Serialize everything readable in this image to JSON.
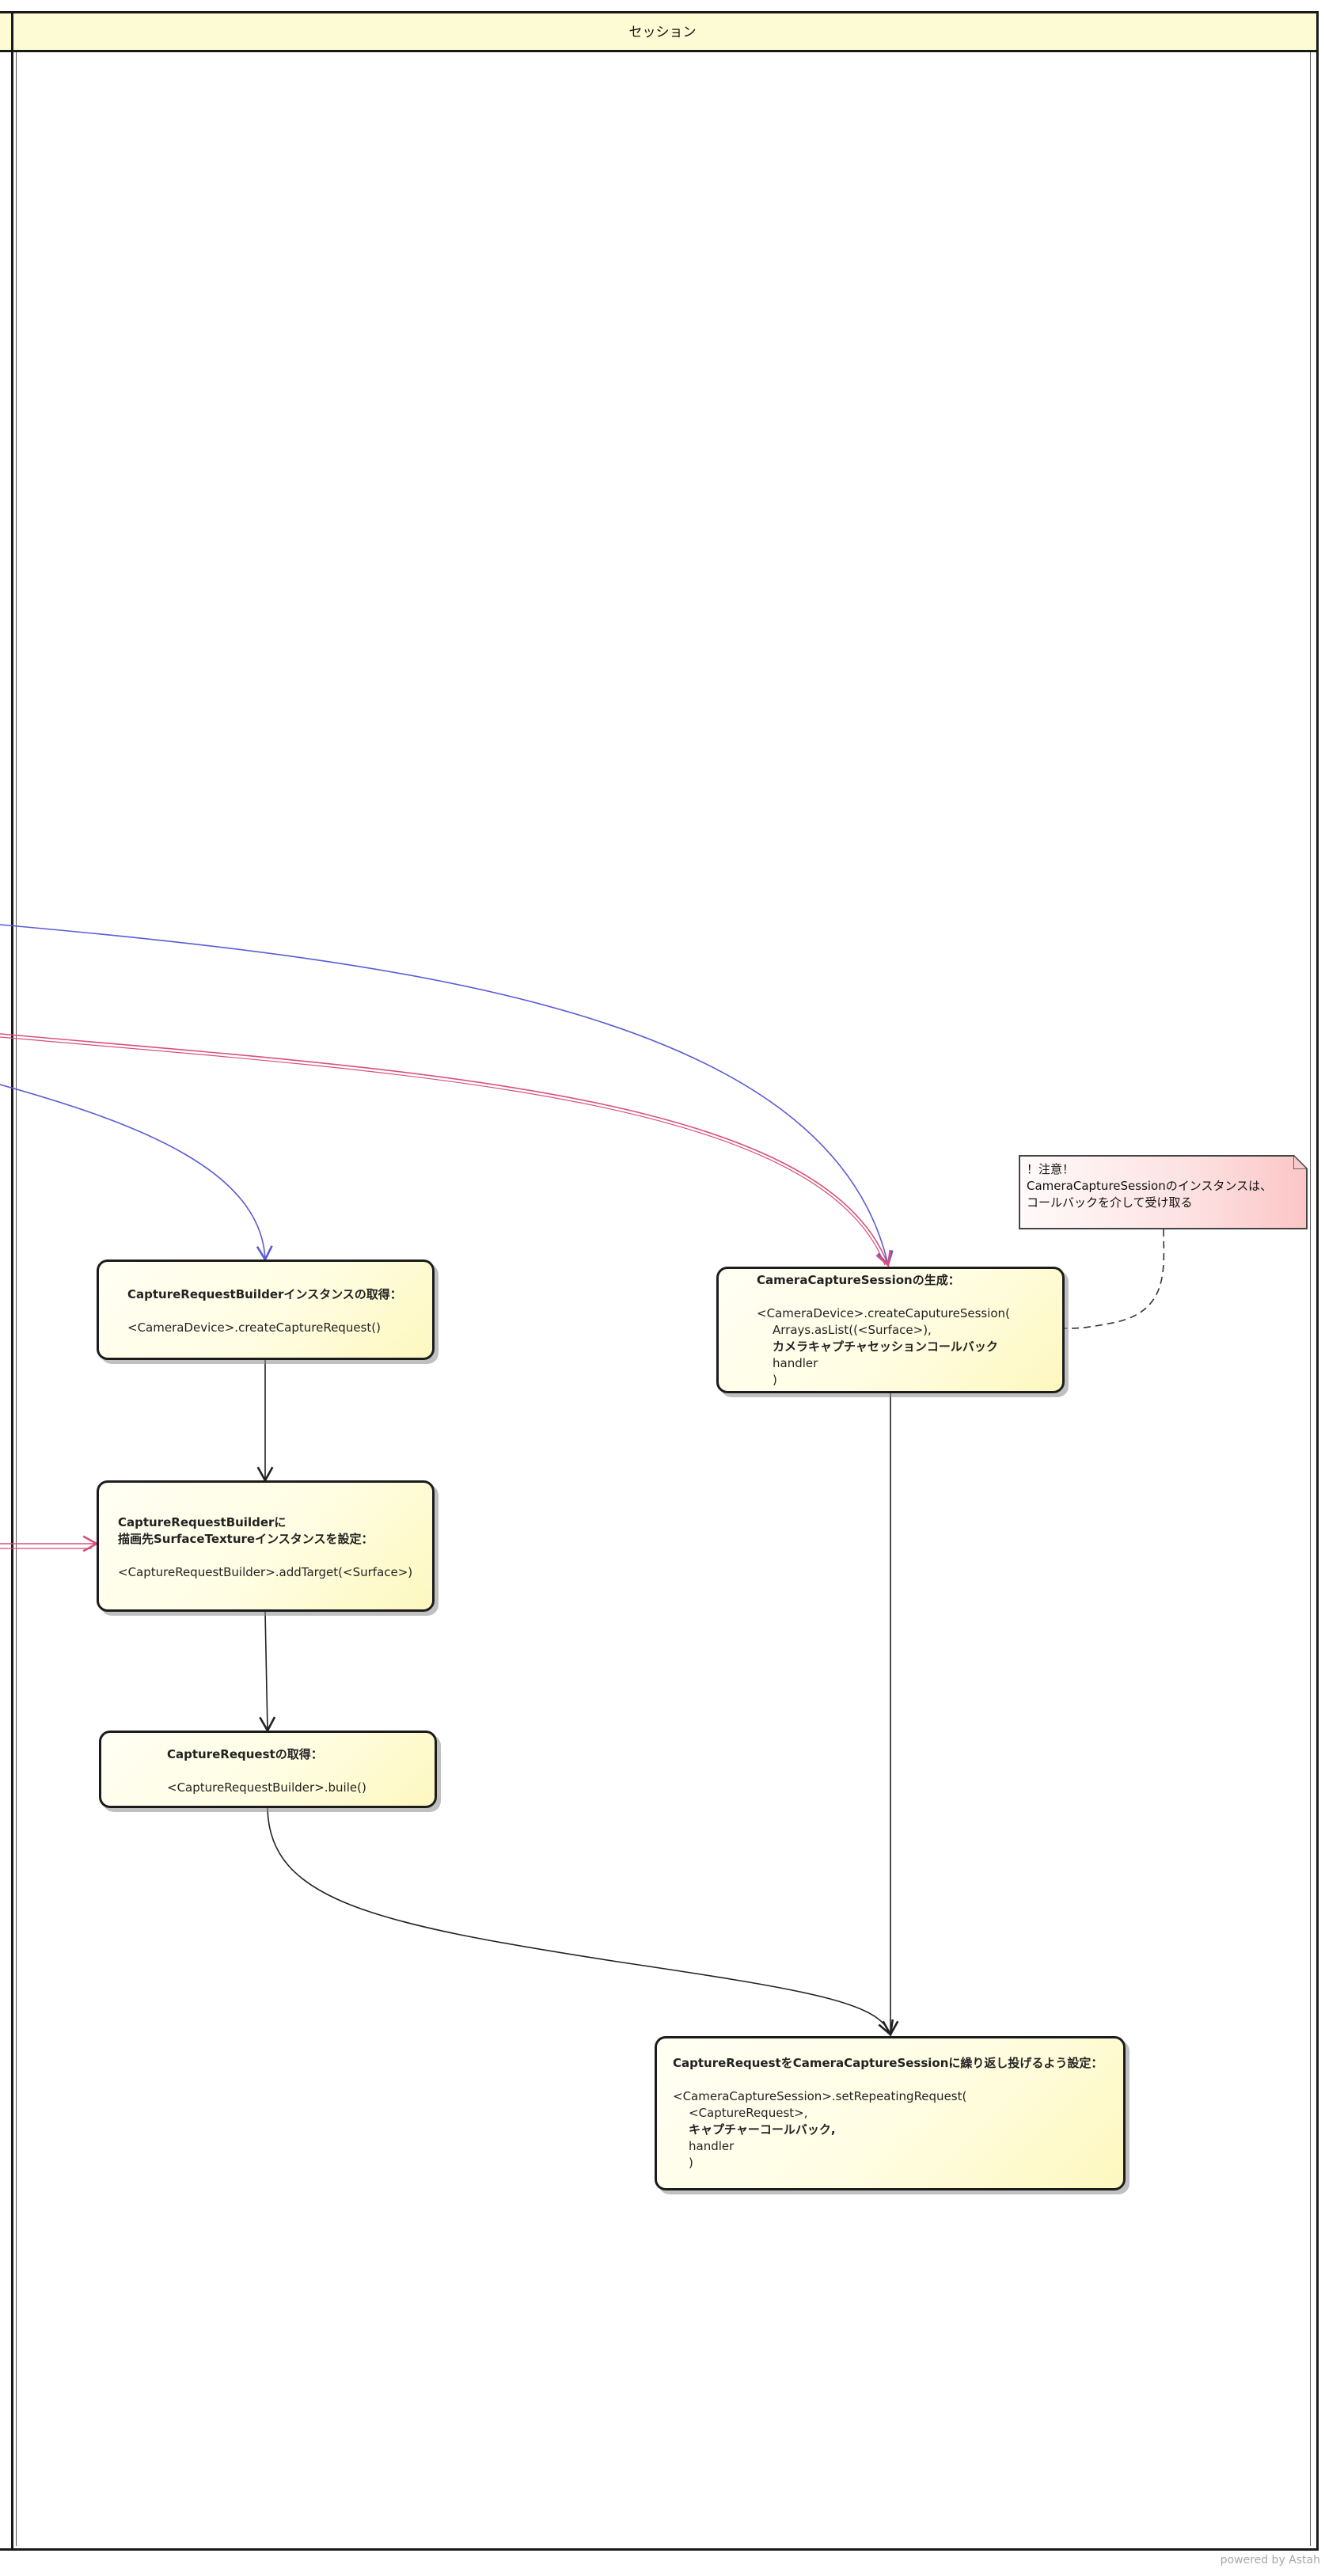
{
  "swimlane": {
    "title": "セッション"
  },
  "nodes": {
    "get_builder": {
      "title": "CaptureRequestBuilderインスタンスの取得：",
      "code": [
        "<CameraDevice>.createCaptureRequest()"
      ]
    },
    "set_target": {
      "title": "CaptureRequestBuilderに",
      "title2": "描画先SurfaceTextureインスタンスを設定：",
      "code": [
        "<CaptureRequestBuilder>.addTarget(<Surface>)"
      ]
    },
    "get_request": {
      "title": "CaptureRequestの取得：",
      "code": [
        "<CaptureRequestBuilder>.buile()"
      ]
    },
    "create_session": {
      "title": "CameraCaptureSessionの生成：",
      "code": [
        "<CameraDevice>.createCaputureSession(",
        "Arrays.asList((<Surface>),",
        "カメラキャプチャセッションコールバック",
        "handler",
        ")"
      ]
    },
    "repeating_request": {
      "title": "CaptureRequestをCameraCaptureSessionに繰り返し投げるよう設定：",
      "code": [
        "<CameraCaptureSession>.setRepeatingRequest(",
        "<CaptureRequest>,",
        "キャプチャーコールバック,",
        "handler",
        ")"
      ]
    }
  },
  "note": {
    "lines": [
      "！注意！",
      "CameraCaptureSessionのインスタンスは、",
      "コールバックを介して受け取る"
    ]
  },
  "footer": {
    "text": "powered by Astah"
  },
  "colors": {
    "blue_flow": "#5b5bd6",
    "red_flow": "#d8507a",
    "black_flow": "#222222",
    "node_fill": "#fdf8bf",
    "note_fill": "#fbc6c6",
    "header_fill": "#fdfbd4"
  }
}
